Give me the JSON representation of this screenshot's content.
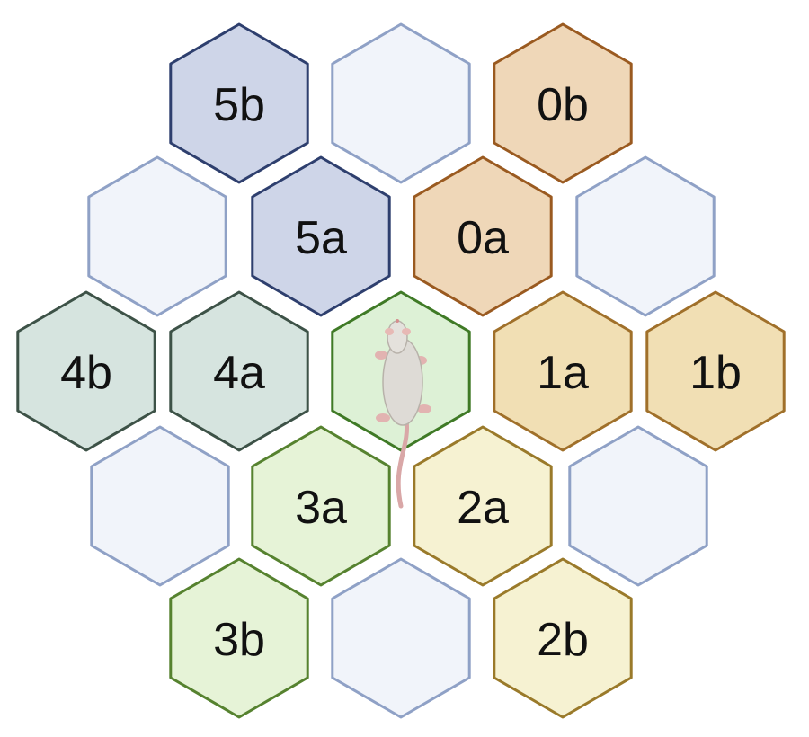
{
  "tiles": [
    {
      "label": "5b",
      "fill": "#ced5e8",
      "stroke": "#2e3f6e"
    },
    {
      "label": "",
      "fill": "#f1f4fa",
      "stroke": "#8fa1c6"
    },
    {
      "label": "0b",
      "fill": "#efd7b8",
      "stroke": "#9a5a20"
    },
    {
      "label": "",
      "fill": "#f1f4fa",
      "stroke": "#8fa1c6"
    },
    {
      "label": "5a",
      "fill": "#ced5e8",
      "stroke": "#2e3f6e"
    },
    {
      "label": "0a",
      "fill": "#efd7b8",
      "stroke": "#9a5a20"
    },
    {
      "label": "",
      "fill": "#f1f4fa",
      "stroke": "#8fa1c6"
    },
    {
      "label": "4b",
      "fill": "#d6e4df",
      "stroke": "#3d5247"
    },
    {
      "label": "4a",
      "fill": "#d6e4df",
      "stroke": "#3d5247"
    },
    {
      "label": "",
      "fill": "#ddf1d6",
      "stroke": "#3f7a26",
      "center": true
    },
    {
      "label": "1a",
      "fill": "#f1dfb4",
      "stroke": "#a0702a"
    },
    {
      "label": "1b",
      "fill": "#f1dfb4",
      "stroke": "#a0702a"
    },
    {
      "label": "",
      "fill": "#f1f4fa",
      "stroke": "#8fa1c6"
    },
    {
      "label": "3a",
      "fill": "#e6f3d7",
      "stroke": "#56822f"
    },
    {
      "label": "2a",
      "fill": "#f6f2d2",
      "stroke": "#9a7a2a"
    },
    {
      "label": "",
      "fill": "#f1f4fa",
      "stroke": "#8fa1c6"
    },
    {
      "label": "3b",
      "fill": "#e6f3d7",
      "stroke": "#56822f"
    },
    {
      "label": "",
      "fill": "#f1f4fa",
      "stroke": "#8fa1c6"
    },
    {
      "label": "2b",
      "fill": "#f6f2d2",
      "stroke": "#9a7a2a"
    }
  ],
  "animal": {
    "icon": "rat-icon"
  }
}
